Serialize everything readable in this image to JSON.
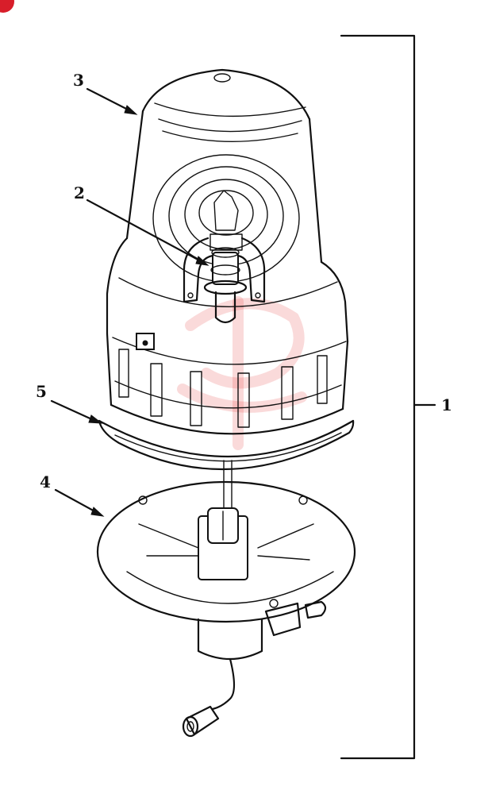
{
  "callouts": [
    {
      "id": "1",
      "label": "1"
    },
    {
      "id": "2",
      "label": "2"
    },
    {
      "id": "3",
      "label": "3"
    },
    {
      "id": "4",
      "label": "4"
    },
    {
      "id": "5",
      "label": "5"
    }
  ],
  "watermark_color": "#e63030",
  "corner_badge_color": "#d81e2a"
}
